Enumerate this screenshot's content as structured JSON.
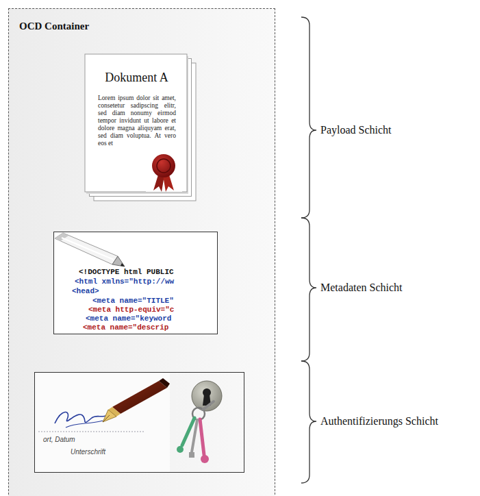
{
  "diagram": {
    "nodes": [
      {
        "text": [
          "OCD Container"
        ]
      },
      {
        "text": [
          "Dokument A",
          "Lorem ipsum dolor sit amet, consetetur sadipscing elitr, sed diam nonumy eirmod tempor invidunt ut labore et dolore magna aliquyam erat, sed diam voluptua. At vero eos et"
        ],
        "in": 0
      },
      {
        "text": [
          "<!DOCTYPE html PUBLIC",
          "<html xmlns=\"http://ww",
          "<head>",
          "<meta name=\"TITLE\"",
          "<meta http-equiv=\"c",
          "<meta name=\"keyword",
          "<meta name=\"descrip"
        ],
        "in": 0
      },
      {
        "text": [
          "ort, Datum",
          "Unterschrift"
        ],
        "in": 0
      }
    ],
    "labels": [
      "Payload Schicht",
      "Metadaten Schicht",
      "Authentifizierungs Schicht"
    ]
  }
}
